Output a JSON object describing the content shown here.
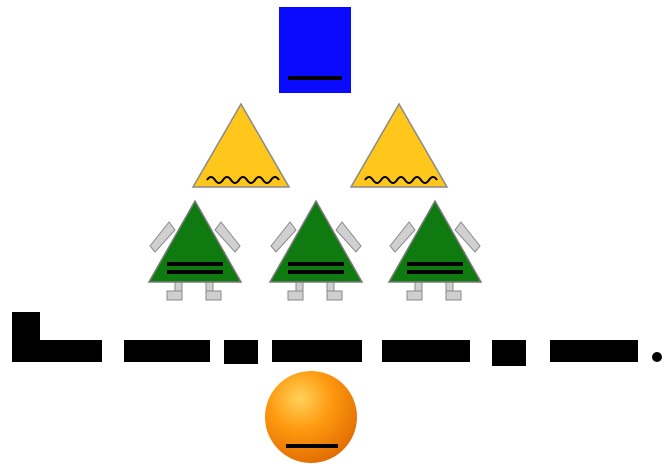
{
  "diagram": {
    "top_square": {
      "color": "#0a0aff",
      "mark": "single-line"
    },
    "yellow_triangles": {
      "count": 2,
      "color": "#ffc61c",
      "mark": "wavy-line"
    },
    "green_robots": {
      "count": 3,
      "color": "#0f7a0f",
      "mark": "double-line"
    },
    "bottom_circle": {
      "color": "#ff8a00",
      "mark": "single-line"
    },
    "dash_line": {
      "color": "#000000",
      "segments": 7,
      "ends_with_dot": true
    }
  }
}
